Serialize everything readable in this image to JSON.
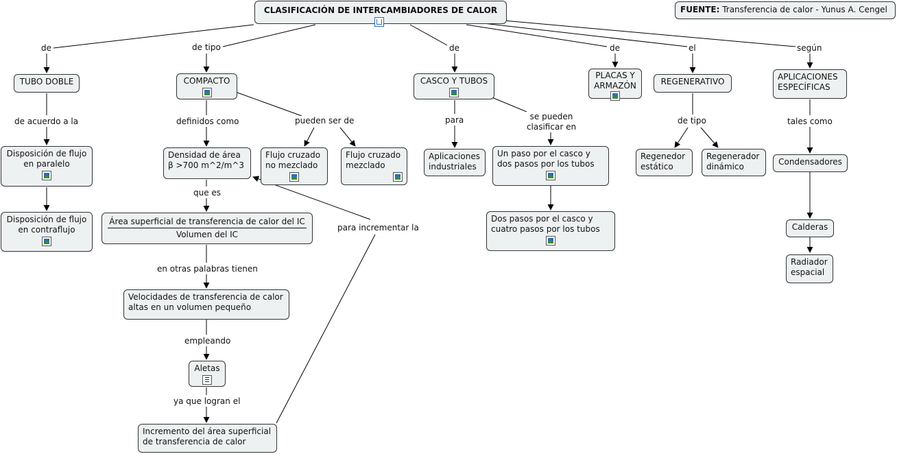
{
  "title": "CLASIFICACIÓN DE INTERCAMBIADORES DE CALOR",
  "source": {
    "label": "FUENTE:",
    "text": "Transferencia de calor - Yunus A. Cengel"
  },
  "nodes": {
    "tubo_doble": "TUBO DOBLE",
    "compacto": "COMPACTO",
    "casco_tubos": "CASCO Y TUBOS",
    "placas": "PLACAS Y ARMAZÓN",
    "regenerativo": "REGENERATIVO",
    "aplicaciones": "APLICACIONES ESPECÍFICAS",
    "flujo_paralelo": "Disposición de flujo en paralelo",
    "contraflujo": "Disposición de flujo en contraflujo",
    "densidad": "Densidad de área β >700 m^2/m^3",
    "cruzado_no": "Flujo cruzado no mezclado",
    "cruzado_mez": "Flujo cruzado mezclado",
    "area_num": "Área superficial de transferencia de calor del IC",
    "area_den": "Volumen del IC",
    "velocidades": "Velocidades de transferencia de calor altas en un volumen pequeño",
    "aletas": "Aletas",
    "incremento": "Incremento del área superficial de transferencia de calor",
    "aplic_ind": "Aplicaciones industriales",
    "un_paso": "Un paso por el casco y dos pasos por los tubos",
    "dos_pasos": "Dos pasos por el casco y cuatro pasos por los tubos",
    "regen_est": "Regenedor estático",
    "regen_din": "Regenerador dinámico",
    "condensadores": "Condensadores",
    "calderas": "Calderas",
    "radiador": "Radiador espacial"
  },
  "labels": {
    "de1": "de",
    "de_tipo1": "de tipo",
    "de2": "de",
    "de3": "de",
    "el": "el",
    "segun": "según",
    "acuerdo": "de acuerdo a la",
    "definidos": "definidos como",
    "pueden": "pueden ser de",
    "para": "para",
    "se_pueden": "se pueden clasificar en",
    "de_tipo2": "de tipo",
    "tales": "tales como",
    "que_es": "que es",
    "otras": "en otras palabras tienen",
    "empleando": "empleando",
    "ya_que": "ya que logran el",
    "para_inc": "para incrementar la"
  }
}
